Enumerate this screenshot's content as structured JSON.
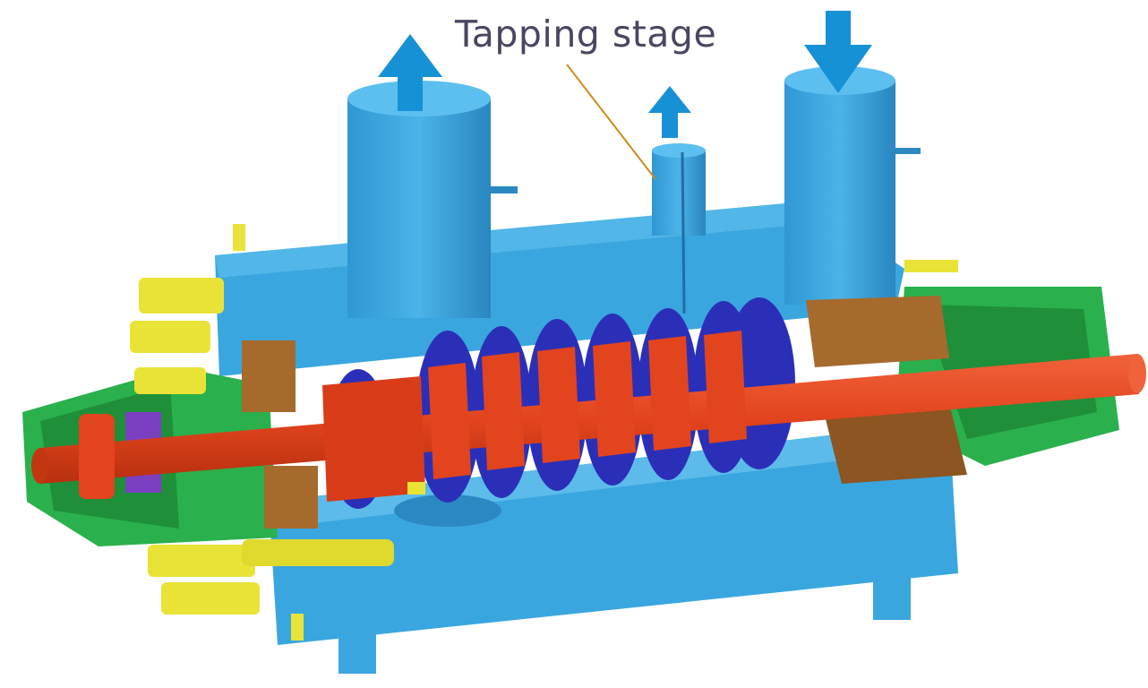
{
  "annotation": {
    "label": "Tapping stage"
  },
  "colors": {
    "casing": "#3aa6df",
    "casing_dark": "#2c88c2",
    "arrow": "#1791d6",
    "shaft": "#e2441e",
    "impeller": "#2b2fb8",
    "bearing_housing": "#2ab04c",
    "seal": "#a66a2c",
    "fittings": "#e9e337",
    "leader_line": "#d08a1c"
  },
  "flow_arrows": [
    {
      "name": "outlet-arrow",
      "direction": "up"
    },
    {
      "name": "tapping-arrow",
      "direction": "up"
    },
    {
      "name": "inlet-arrow",
      "direction": "down"
    }
  ],
  "impeller_stages": 7
}
